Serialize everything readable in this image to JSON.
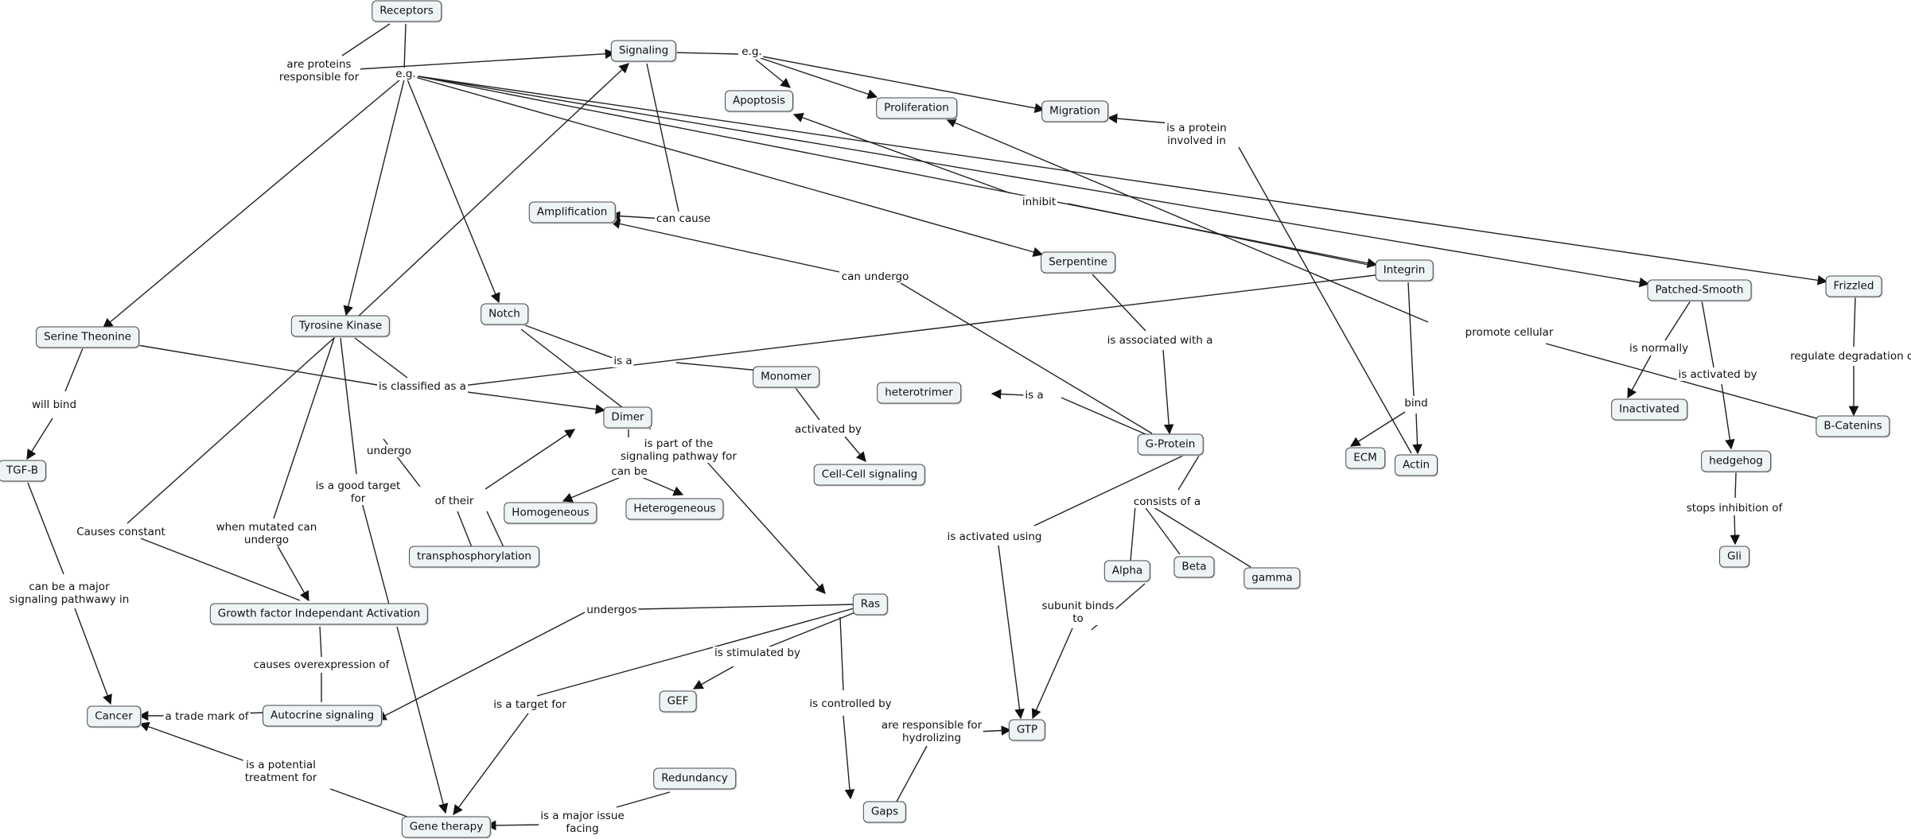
{
  "concepts": {
    "receptors": "Receptors",
    "signaling": "Signaling",
    "apoptosis": "Apoptosis",
    "proliferation": "Proliferation",
    "migration": "Migration",
    "amplification": "Amplification",
    "serpentine": "Serpentine",
    "integrin": "Integrin",
    "patched_smooth": "Patched-Smooth",
    "frizzled": "Frizzled",
    "serine_theonine": "Serine Theonine",
    "tyrosine_kinase": "Tyrosine Kinase",
    "notch": "Notch",
    "monomer": "Monomer",
    "heterotrimer": "heterotrimer",
    "dimer": "Dimer",
    "cell_cell_signaling": "Cell-Cell signaling",
    "g_protein": "G-Protein",
    "ecm": "ECM",
    "actin": "Actin",
    "inactivated": "Inactivated",
    "b_catenins": "B-Catenins",
    "hedgehog": "hedgehog",
    "gli": "Gli",
    "tgf_b": "TGF-B",
    "homogeneous": "Homogeneous",
    "heterogeneous": "Heterogeneous",
    "transphosphorylation": "transphosphorylation",
    "alpha": "Alpha",
    "beta": "Beta",
    "gamma": "gamma",
    "growth_factor": "Growth factor Independant Activation",
    "ras": "Ras",
    "gef": "GEF",
    "gtp": "GTP",
    "cancer": "Cancer",
    "autocrine": "Autocrine signaling",
    "redundancy": "Redundancy",
    "gaps": "Gaps",
    "gene_therapy": "Gene therapy"
  },
  "links": {
    "are_proteins": "are proteins\nresponsible for",
    "eg_receptors": "e.g.",
    "eg_signaling": "e.g.",
    "can_cause": "can cause",
    "inhibit": "inhibit",
    "is_protein_involved": "is a protein\ninvolved in",
    "can_undergo": "can undergo",
    "promote_cellular": "promote cellular",
    "is_associated": "is associated with a",
    "is_normally": "is normally",
    "is_activated_by": "is activated by",
    "regulate_degradation": "regulate degradation of",
    "is_a_notch": "is a",
    "is_classified": "is classified as a",
    "is_a_heterotrimer": "is a",
    "activated_by": "activated by",
    "bind": "bind",
    "will_bind": "will bind",
    "can_be": "can be",
    "is_part_of": "is part of the\nsignaling pathway for",
    "undergo": "undergo",
    "of_their": "of their",
    "consists_of": "consists of a",
    "stops_inhibition": "stops inhibition of",
    "is_good_target": "is a good target\nfor",
    "causes_constant": "Causes constant",
    "when_mutated": "when mutated can\nundergo",
    "is_activated_using": "is activated using",
    "can_be_major": "can be a major\nsignaling pathwawy in",
    "undergos": "undergos",
    "subunit_binds": "subunit binds\nto",
    "is_stimulated": "is stimulated by",
    "causes_overexpression": "causes overexpression of",
    "is_target_for": "is a target for",
    "is_controlled": "is controlled by",
    "trade_mark": "a trade mark of",
    "responsible_hydrolizing": "are responsible for\nhydrolizing",
    "potential_treatment": "is a potential\ntreatment for",
    "major_issue": "is a major issue\nfacing"
  }
}
